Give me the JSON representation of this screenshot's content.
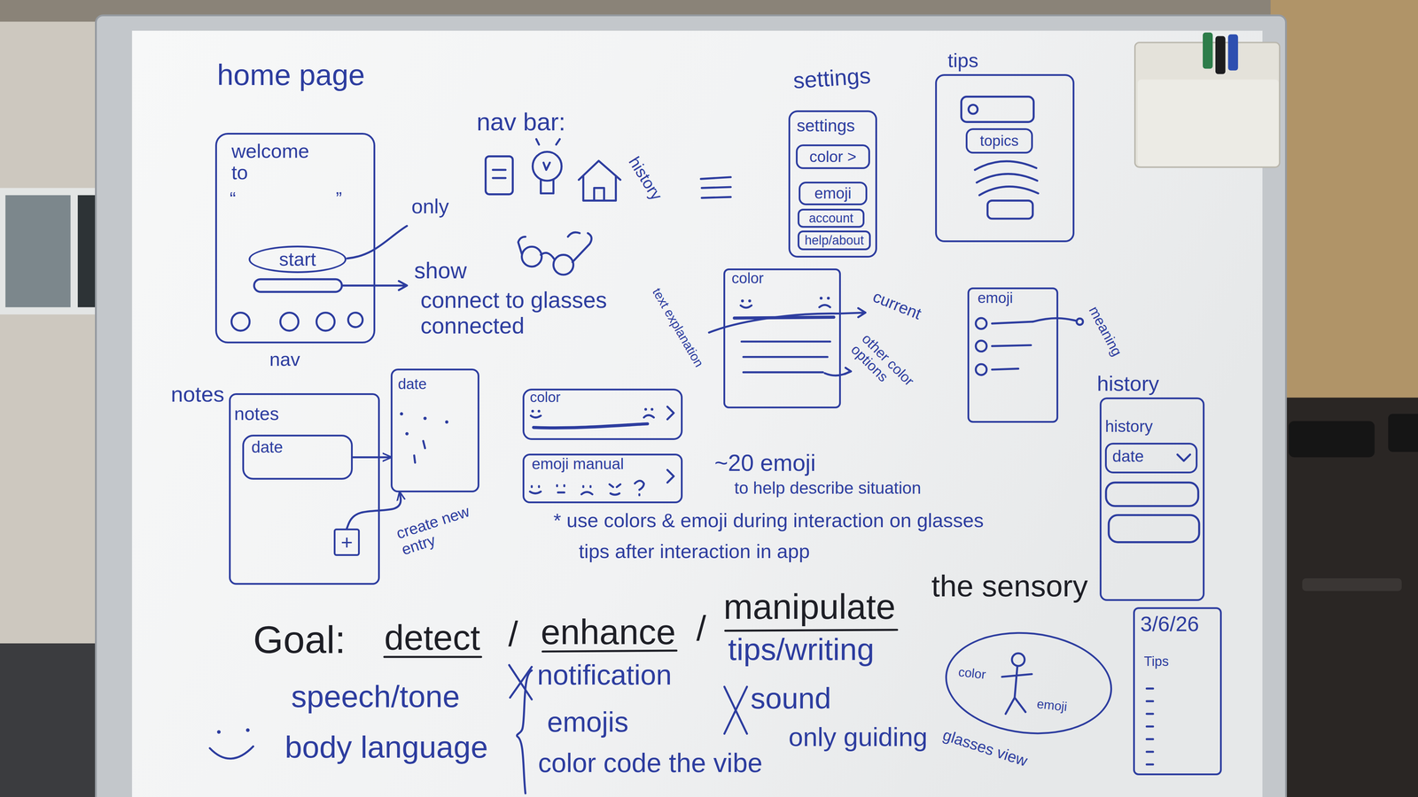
{
  "diagram": {
    "nodes": [
      {
        "text": [
          "home page",
          "welcome to",
          "“ ”"
        ]
      },
      {
        "text": [
          "start"
        ],
        "in": 0
      },
      {
        "text": [
          "settings",
          "settings"
        ]
      },
      {
        "text": [
          "color >"
        ],
        "in": 2
      },
      {
        "text": [
          "emoji"
        ],
        "in": 2
      },
      {
        "text": [
          "account"
        ],
        "in": 2
      },
      {
        "text": [
          "help/about"
        ],
        "in": 2
      },
      {
        "text": [
          "tips"
        ]
      },
      {
        "text": [
          "topics"
        ],
        "in": 7
      },
      {
        "text": [
          "color"
        ]
      },
      {
        "text": [
          "emoji"
        ]
      },
      {
        "text": [
          "history",
          "history"
        ]
      },
      {
        "text": [
          "date"
        ],
        "in": 11
      },
      {
        "text": [
          "notes",
          "notes"
        ]
      },
      {
        "text": [
          "date"
        ],
        "in": 13
      },
      {
        "text": [
          "+"
        ],
        "in": 13
      },
      {
        "text": [
          "date"
        ]
      },
      {
        "text": [
          "color"
        ]
      },
      {
        "text": [
          "emoji manual"
        ]
      },
      {
        "text": [
          "color",
          "emoji"
        ]
      },
      {
        "text": [
          "3/6/26",
          "Tips"
        ]
      }
    ],
    "edges": [
      {
        "from": 14,
        "to": 16,
        "arrow": "to"
      },
      {
        "from": 15,
        "to": 16,
        "label": "create new entry",
        "arrow": "to"
      }
    ],
    "labels": [
      "only",
      "show",
      "connect to glasses connected",
      "nav",
      "nav bar:",
      "history",
      "text explanation",
      "current",
      "other color options",
      "meaning",
      "~20 emoji",
      "to help describe situation",
      "* use colors & emoji during interaction on glasses",
      "tips after interaction in app",
      "Goal:",
      "detect",
      "/",
      "enhance",
      "/",
      "manipulate",
      "the sensory",
      "tips/writing",
      "speech/tone",
      "body language",
      "notification",
      "emojis",
      "color code the vibe",
      "sound",
      "only guiding",
      "glasses view"
    ]
  }
}
